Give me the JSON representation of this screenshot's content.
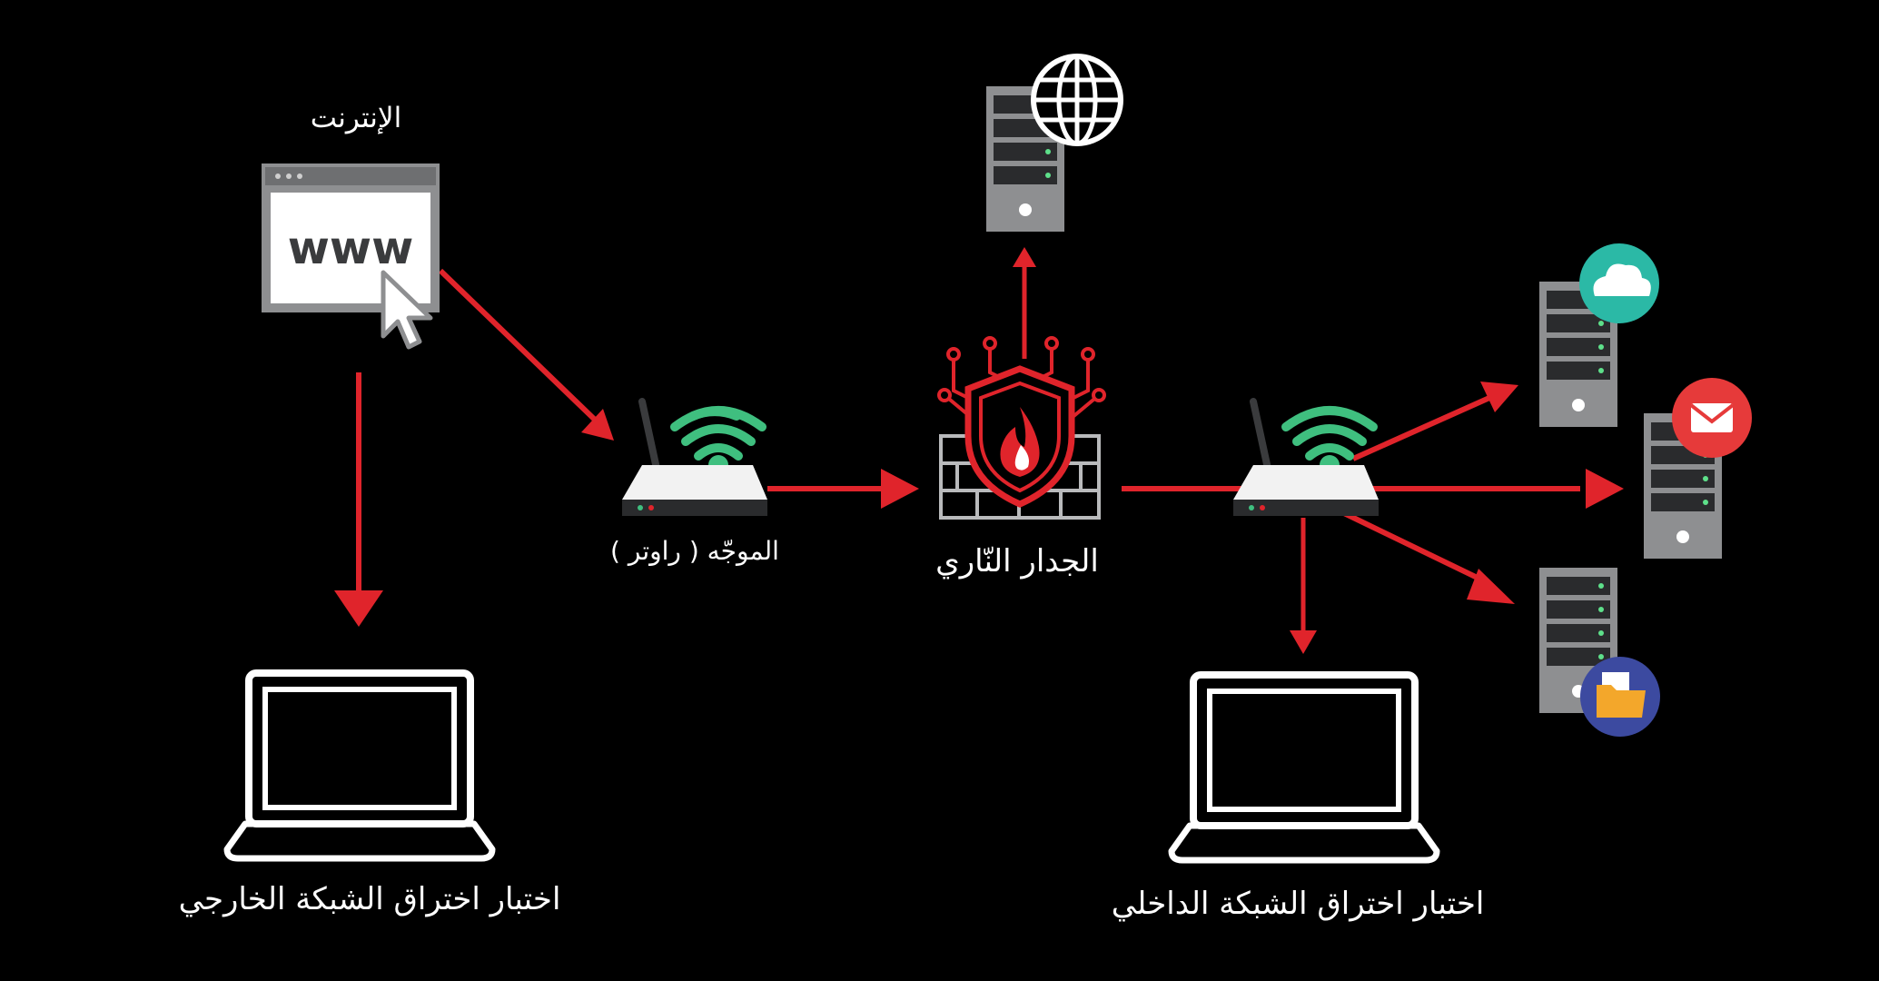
{
  "colors": {
    "background": "#000000",
    "arrow": "#e0242b",
    "device_gray": "#8e8f91",
    "device_dark": "#3a3b3d",
    "wifi_green": "#3fbf7f",
    "white": "#ffffff",
    "cloud_badge": "#2bb9a6",
    "mail_badge": "#e63a3a",
    "folder_badge": "#3c4aa0"
  },
  "labels": {
    "internet": "الإنترنت",
    "router": "الموجّه ( راوتر )",
    "firewall": "الجدار النّاري",
    "external_test": "اختبار اختراق الشبكة الخارجي",
    "internal_test": "اختبار اختراق الشبكة الداخلي",
    "browser_text": "www"
  },
  "icons": {
    "browser": "browser-window-icon",
    "cursor": "mouse-pointer-icon",
    "router": "wifi-router-icon",
    "firewall": "firewall-shield-icon",
    "web_server": "web-server-icon",
    "globe": "globe-icon",
    "cloud_server": "cloud-server-icon",
    "mail_server": "mail-server-icon",
    "file_server": "file-server-icon",
    "laptop": "laptop-icon"
  }
}
